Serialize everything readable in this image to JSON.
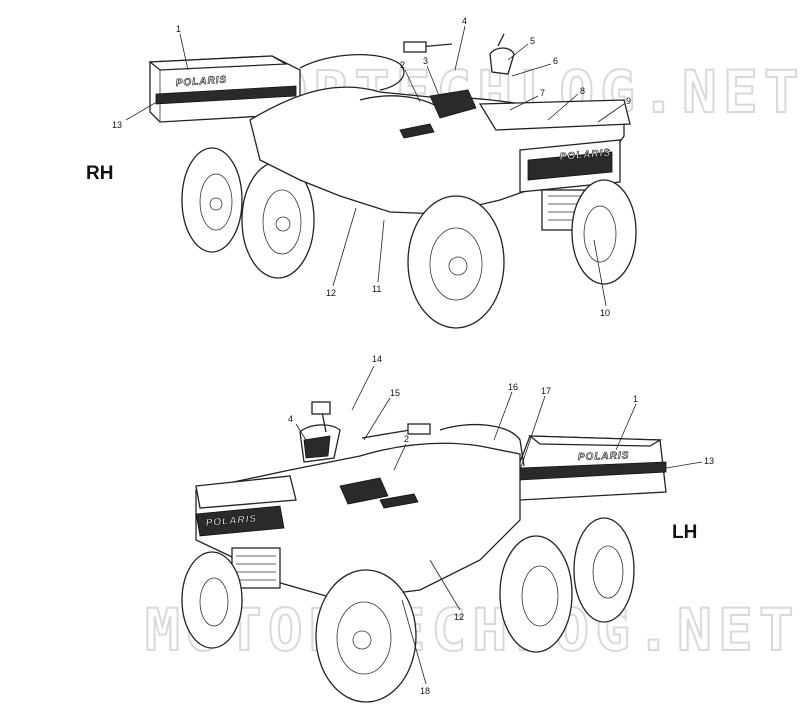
{
  "views": {
    "rh": {
      "label": "RH",
      "callouts": [
        "1",
        "2",
        "3",
        "4",
        "5",
        "6",
        "7",
        "8",
        "9",
        "10",
        "11",
        "12",
        "13"
      ],
      "brand_text": "POLARIS"
    },
    "lh": {
      "label": "LH",
      "callouts": [
        "14",
        "15",
        "16",
        "17",
        "1",
        "2",
        "4",
        "12",
        "13",
        "18"
      ],
      "brand_text": "POLARIS"
    }
  },
  "watermark": {
    "text_top": "MOTORTECHLOG.NET",
    "text_bottom": "MOTORTECHLOG.NET"
  }
}
